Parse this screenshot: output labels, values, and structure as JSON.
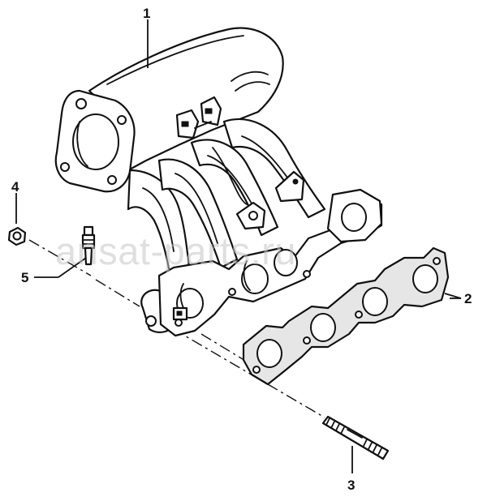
{
  "callouts": {
    "c1": "1",
    "c2": "2",
    "c3": "3",
    "c4": "4",
    "c5": "5"
  },
  "parts": {
    "intake_manifold_icon": "intake-manifold",
    "gasket_icon": "manifold-gasket",
    "stud_icon": "stud-bolt",
    "nut_icon": "flange-nut",
    "sensor_icon": "temperature-sensor"
  },
  "watermark": "ansat-parts.ru"
}
